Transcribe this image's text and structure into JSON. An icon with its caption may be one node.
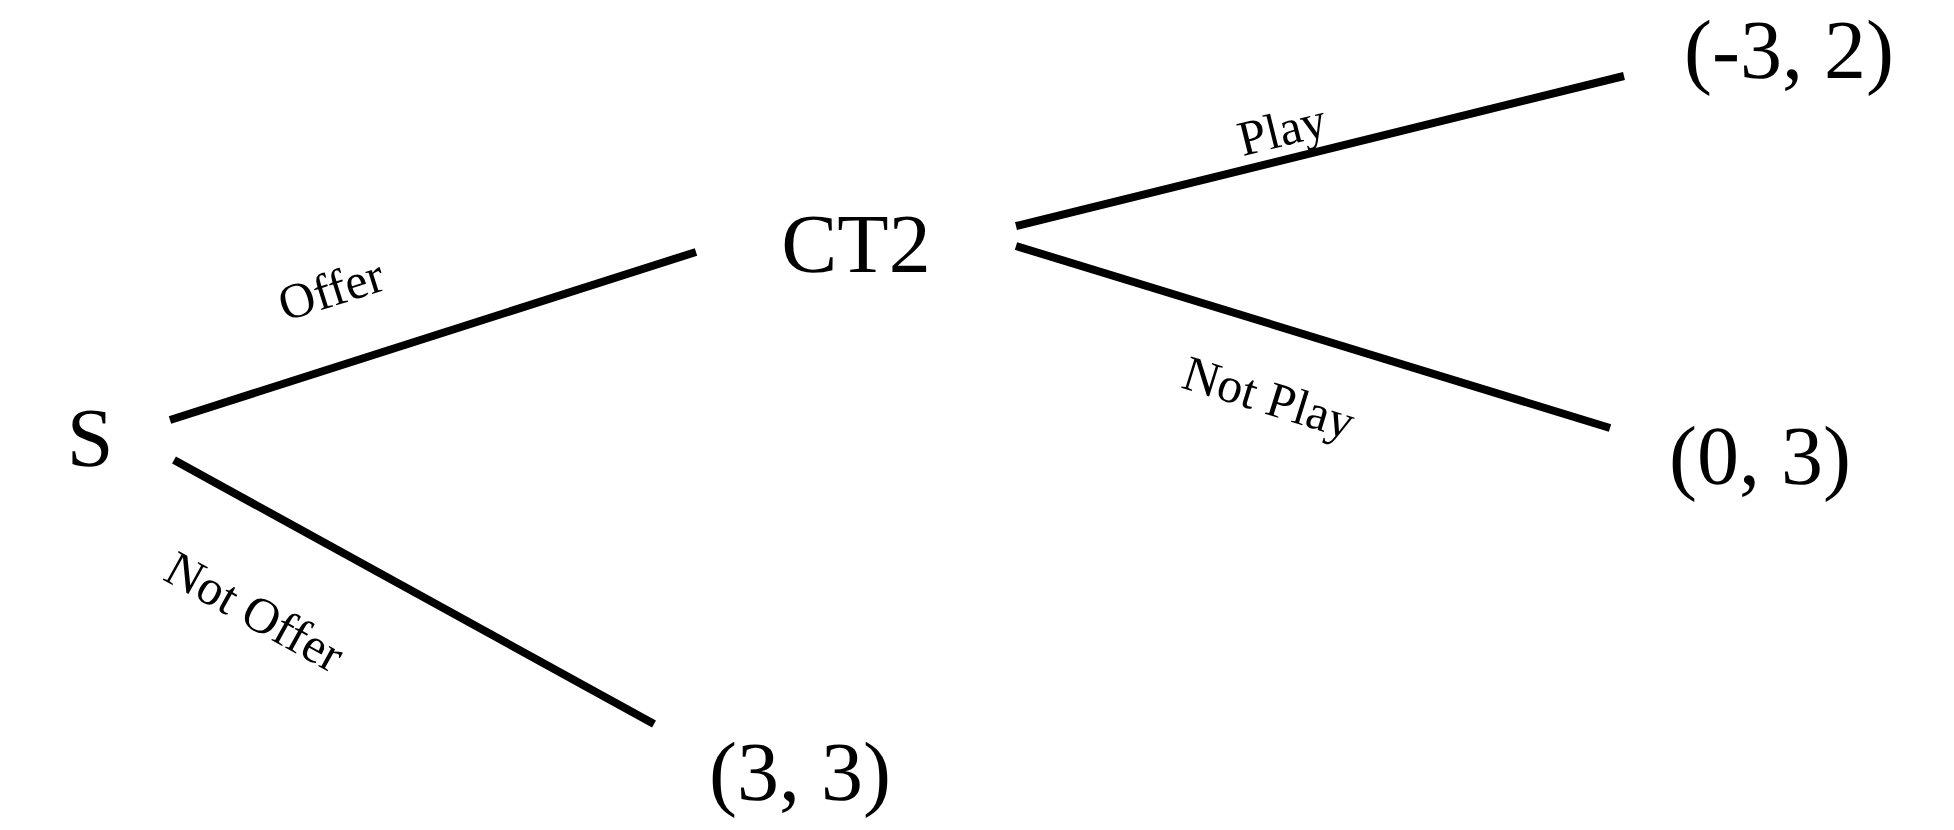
{
  "diagram": {
    "nodes": [
      {
        "text": [
          "S"
        ]
      },
      {
        "text": [
          "CT2"
        ]
      },
      {
        "text": [
          "(-3, 2)"
        ]
      },
      {
        "text": [
          "(0, 3)"
        ]
      },
      {
        "text": [
          "(3, 3)"
        ]
      }
    ],
    "edges": [
      {
        "from": 0,
        "to": 1,
        "arrow": "none",
        "label": "Offer"
      },
      {
        "from": 0,
        "to": 4,
        "arrow": "none",
        "label": "Not Offer"
      },
      {
        "from": 1,
        "to": 2,
        "arrow": "none",
        "label": "Play"
      },
      {
        "from": 1,
        "to": 3,
        "arrow": "none",
        "label": "Not Play"
      }
    ]
  }
}
